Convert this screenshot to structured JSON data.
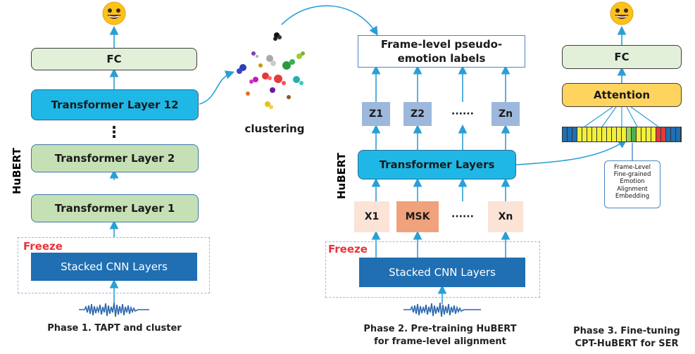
{
  "phase1": {
    "fc_label": "FC",
    "layer12_label": "Transformer Layer 12",
    "dots_label": "⋮",
    "layer2_label": "Transformer Layer 2",
    "layer1_label": "Transformer Layer 1",
    "cnn_label": "Stacked CNN Layers",
    "freeze_label": "Freeze",
    "hubert_label": "HuBERT",
    "caption": "Phase 1. TAPT and cluster"
  },
  "clustering": {
    "label": "clustering"
  },
  "phase2": {
    "labels_line1": "Frame-level pseudo-",
    "labels_line2": "emotion labels",
    "z1": "Z1",
    "z2": "Z2",
    "zdots": "······",
    "zn": "Zn",
    "transformer_label": "Transformer Layers",
    "x1": "X1",
    "msk": "MSK",
    "xdots": "······",
    "xn": "Xn",
    "cnn_label": "Stacked CNN Layers",
    "freeze_label": "Freeze",
    "hubert_label": "HuBERT",
    "caption_line1": "Phase 2. Pre-training HuBERT",
    "caption_line2": "for frame-level alignment"
  },
  "phase3": {
    "fc_label": "FC",
    "attention_label": "Attention",
    "callout_lines": [
      "Frame-Level",
      "Fine-grained",
      "Emotion",
      "Alignment",
      "Embedding"
    ],
    "caption_line1": "Phase 3. Fine-tuning",
    "caption_line2": "CPT-HuBERT for SER"
  },
  "colors": {
    "arrow": "#2a9fd6",
    "fc_fill": "#e3f0d9",
    "transformer_green": "#c5e0b4",
    "transformer_blue": "#1fb8e6",
    "cnn_blue": "#1f6fb2",
    "freeze_red": "#e8343a",
    "attention_yellow": "#ffd45e"
  },
  "embedding_strip": [
    "#1f6fb2",
    "#1f6fb2",
    "#1f6fb2",
    "#f2ef3a",
    "#f2ef3a",
    "#f2ef3a",
    "#f2ef3a",
    "#f2ef3a",
    "#f2ef3a",
    "#f2ef3a",
    "#f2ef3a",
    "#f2ef3a",
    "#f2ef3a",
    "#9bd45a",
    "#4fae4f",
    "#f2ef3a",
    "#f2ef3a",
    "#f2ef3a",
    "#f2ef3a",
    "#e23a3a",
    "#e23a3a",
    "#1f6fb2",
    "#1f6fb2",
    "#1f6fb2"
  ],
  "icons": {
    "emoji": "smiling-face-icon",
    "waveform": "waveform-icon"
  }
}
